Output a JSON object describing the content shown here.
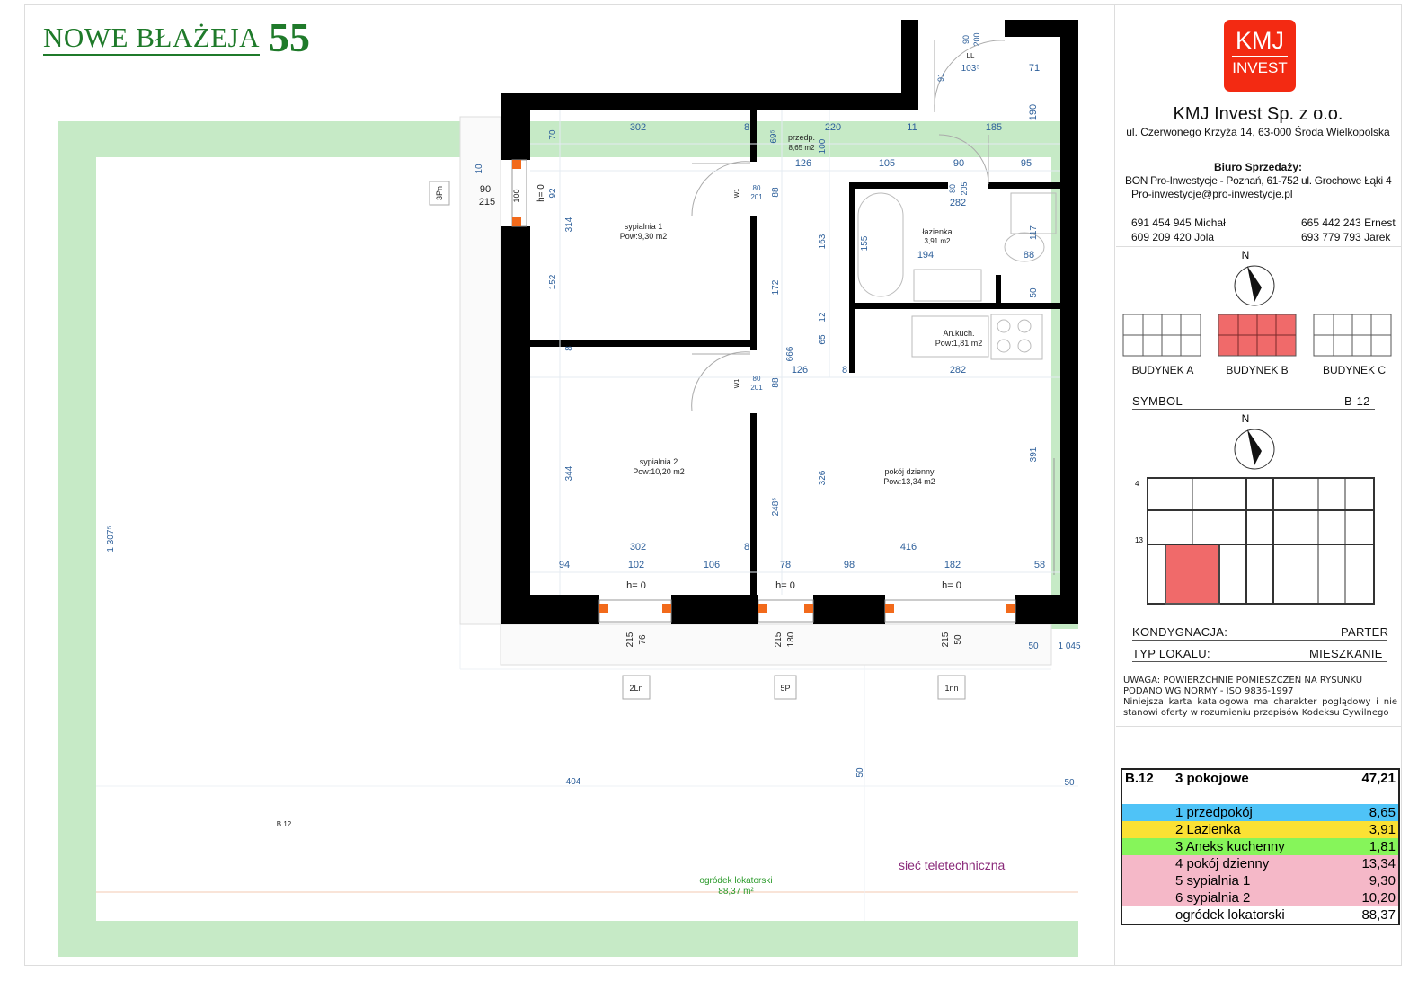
{
  "header": {
    "title": "NOWE BŁAŻEJA",
    "number": "55"
  },
  "logo": {
    "line1": "KMJ",
    "line2": "INVEST"
  },
  "company": {
    "name": "KMJ Invest Sp. z o.o.",
    "address": "ul. Czerwonego Krzyża 14, 63-000 Środa Wielkopolska",
    "sales_heading": "Biuro Sprzedaży:",
    "sales_office": "BON Pro-Inwestycje - Poznań, 61-752 ul. Grochowe Łąki 4",
    "email": "Pro-inwestycje@pro-inwestycje.pl",
    "phones": [
      "691 454 945 Michał",
      "609 209 420 Jola",
      "665 442 243 Ernest",
      "693 779 793 Jarek"
    ]
  },
  "north_label": "N",
  "buildings": [
    {
      "label": "BUDYNEK A"
    },
    {
      "label": "BUDYNEK B",
      "active": true
    },
    {
      "label": "BUDYNEK C"
    }
  ],
  "symbol": {
    "label": "SYMBOL",
    "value": "B-12"
  },
  "floor": {
    "label": "KONDYGNACJA:",
    "value": "PARTER"
  },
  "unit_type": {
    "label": "TYP LOKALU:",
    "value": "MIESZKANIE"
  },
  "key_plan_marks": [
    "4",
    "13"
  ],
  "notice": {
    "line1": "UWAGA: POWIERZCHNIE POMIESZCZEŃ NA RYSUNKU",
    "line2": "PODANO WG NORMY - ISO 9836-1997",
    "line3": "Niniejsza karta katalogowa ma charakter poglądowy i nie stanowi oferty w rozumieniu przepisów Kodeksu Cywilnego"
  },
  "summary": {
    "code": "B.12",
    "type": "3 pokojowe",
    "total": "47,21",
    "rooms": [
      {
        "name": "1 przedpokój",
        "area": "8,65",
        "color": "#4fc3f7"
      },
      {
        "name": "2 Lazienka",
        "area": "3,91",
        "color": "#fbe134"
      },
      {
        "name": "3 Aneks kuchenny",
        "area": "1,81",
        "color": "#86f55a"
      },
      {
        "name": "4 pokój dzienny",
        "area": "13,34",
        "color": "#f5b8c8"
      },
      {
        "name": "5 sypialnia 1",
        "area": "9,30",
        "color": "#f5b8c8"
      },
      {
        "name": "6 sypialnia 2",
        "area": "10,20",
        "color": "#f5b8c8"
      },
      {
        "name": "ogródek lokatorski",
        "area": "88,37",
        "color": "#ffffff"
      }
    ]
  },
  "plan": {
    "rooms": [
      {
        "name": "sypialnia 1",
        "area": "Pow:9,30 m2"
      },
      {
        "name": "sypialnia 2",
        "area": "Pow:10,20 m2"
      },
      {
        "name": "pokój dzienny",
        "area": "Pow:13,34 m2"
      },
      {
        "name": "przedp.",
        "area": "8,65 m2"
      },
      {
        "name": "łazienka",
        "area": "3,91 m2"
      },
      {
        "name": "An.kuch.",
        "area": "Pow:1,81 m2"
      }
    ],
    "garden": {
      "name": "ogródek lokatorski",
      "area": "88,37 m²",
      "code": "B.12"
    },
    "telecom": "sieć teletechniczna",
    "window_tags": [
      "3Pn",
      "2Ln",
      "5P",
      "1nn",
      "LL",
      "W1",
      "W1"
    ],
    "dims": [
      "302",
      "8",
      "220",
      "11",
      "185",
      "190",
      "71",
      "103⁵",
      "90",
      "200",
      "91",
      "70",
      "69⁵",
      "100",
      "126",
      "105",
      "90",
      "95",
      "10",
      "90",
      "215",
      "h= 0",
      "92",
      "314",
      "152",
      "88",
      "80",
      "201",
      "80",
      "205",
      "282",
      "163",
      "155",
      "194",
      "117",
      "88",
      "50",
      "172",
      "12",
      "65",
      "8",
      "666",
      "126",
      "8",
      "282",
      "344",
      "88",
      "80",
      "201",
      "326",
      "391",
      "248⁵",
      "302",
      "8",
      "416",
      "94",
      "102",
      "106",
      "78",
      "98",
      "182",
      "58",
      "h= 0",
      "h= 0",
      "h= 0",
      "100",
      "215",
      "76",
      "215",
      "180",
      "215",
      "50",
      "50",
      "1 045",
      "1 307⁵",
      "404",
      "50",
      "50"
    ]
  }
}
